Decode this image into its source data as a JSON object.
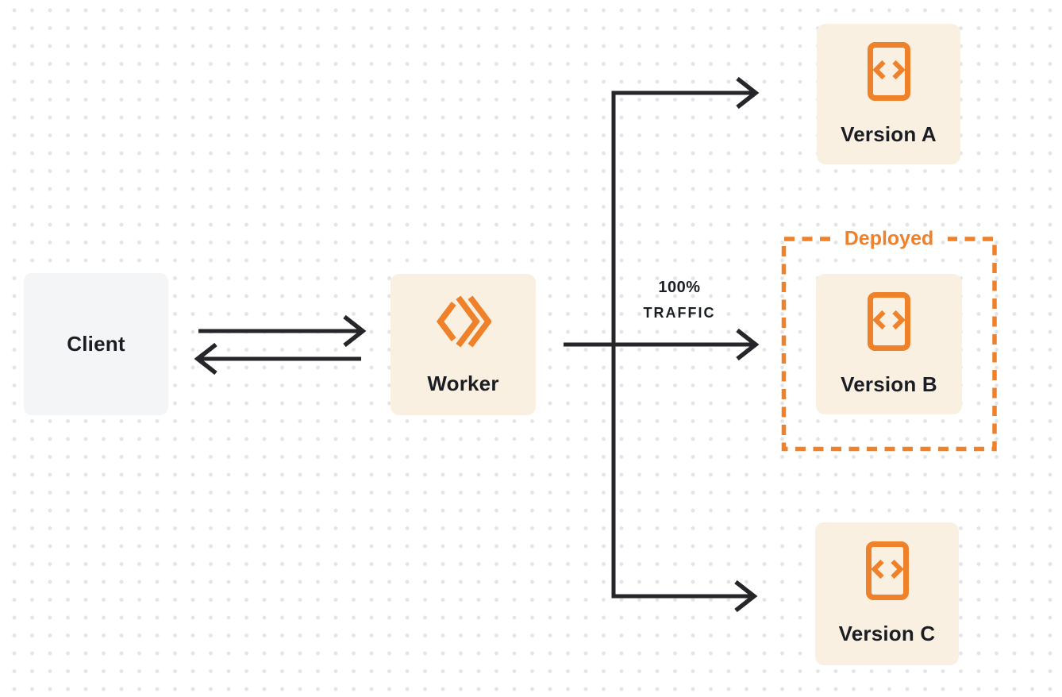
{
  "colors": {
    "accent_orange": "#EE8129",
    "node_cream_fill": "#FAF0E1",
    "client_node_fill": "#F4F5F6",
    "connector_dark": "#26262A",
    "text_dark": "#1A1D23",
    "dot_grid": "#E3E4E6"
  },
  "nodes": {
    "client": {
      "label": "Client"
    },
    "worker": {
      "label": "Worker",
      "icon": "cloudflare-workers-icon"
    },
    "version_a": {
      "label": "Version A",
      "icon": "code-document-icon"
    },
    "version_b": {
      "label": "Version B",
      "icon": "code-document-icon"
    },
    "version_c": {
      "label": "Version C",
      "icon": "code-document-icon"
    }
  },
  "edges": {
    "client_worker": {
      "style": "bidirectional-arrows"
    },
    "worker_to_version_b": {
      "label_line1": "100%",
      "label_line2": "TRAFFIC"
    },
    "worker_to_version_a": {
      "label_line1": "",
      "label_line2": ""
    },
    "worker_to_version_c": {
      "label_line1": "",
      "label_line2": ""
    }
  },
  "groups": {
    "deployed": {
      "label": "Deployed",
      "contains": "version_b",
      "border_style": "dashed"
    }
  }
}
